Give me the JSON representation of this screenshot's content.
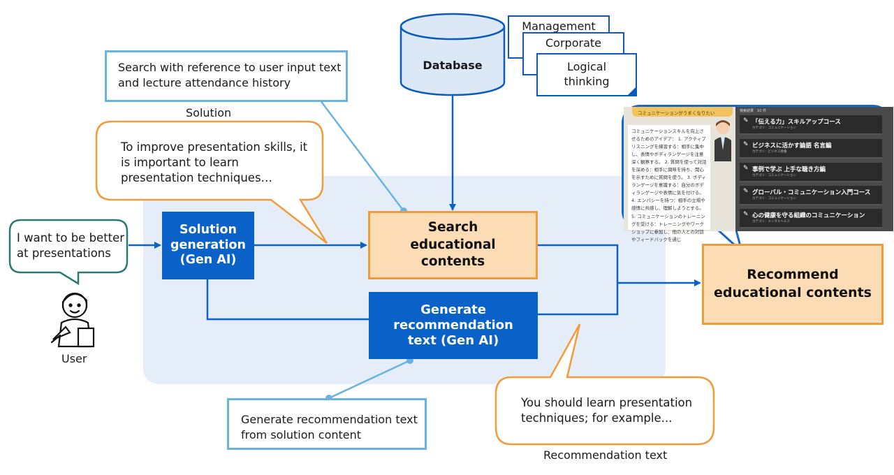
{
  "query_note": "Search with reference to user input text and lecture attendance history",
  "solution_label": "Solution",
  "solution_bubble": "To improve presentation skills, it is important to learn presentation techniques…",
  "user_bubble": "I want to be better at presentations",
  "user_label": "User",
  "database_label": "Database",
  "doc_cards": [
    "Management",
    "Corporate",
    "Logical thinking"
  ],
  "solution_generation": "Solution generation (Gen AI)",
  "search_box": "Search educational contents",
  "generate_box": "Generate recommendation text (Gen AI)",
  "recommend_box": "Recommend educational contents",
  "gen_note": "Generate recommendation text from solution content",
  "rec_bubble": "You should learn presentation techniques; for example...",
  "rec_label": "Recommendation text",
  "screenshot": {
    "tab_title": "コミュニケーションがうまくなりたい",
    "body_text": "コミュニケーションスキルを向上させるためのアイデア： 1. アクティブリスニングを練習する：相手に集中し、表情やボディランゲージを注意深く観察する。 2. 質問を使って対話を深める：相手に興味を持ち、関心を示すために質問を使う。 3. ボディランゲージを意識する：自分のボディランゲージや表情に気を付ける。 4. エンパシーを持つ：相手の立場や感情に共感し、理解しようとする。 5. コミュニケーションのトレーニングを受ける：トレーニングやワークショップに参加し、他の人との対話やフィードバックを通じ",
    "header": "検索結果　10 件",
    "items": [
      {
        "title": "「伝える力」スキルアップコース",
        "sub": "カテゴリ：コミュニケーション"
      },
      {
        "title": "ビジネスに活かす論語 名言編",
        "sub": "カテゴリ：ビジネス教養"
      },
      {
        "title": "事例で学ぶ 上手な聴き方編",
        "sub": "カテゴリ：コミュニケーション"
      },
      {
        "title": "グローバル・コミュニケーション入門コース",
        "sub": "カテゴリ：コミュニケーション"
      },
      {
        "title": "心の健康を守る組織のコミュニケーション",
        "sub": "カテゴリ：メンタルヘルス"
      }
    ]
  },
  "colors": {
    "blue": "#0a62c9",
    "orange": "#f29b38",
    "peach": "#fcdcb4",
    "light_blue": "#6ab3e0",
    "panel": "#e4edf8",
    "teal": "#2a7a72"
  }
}
